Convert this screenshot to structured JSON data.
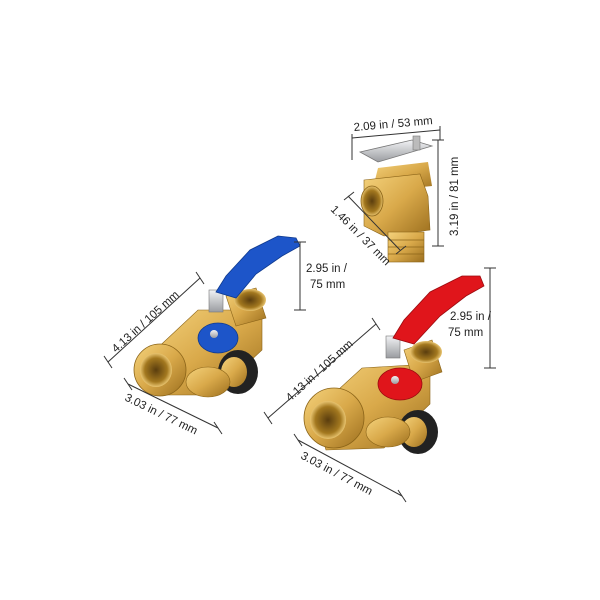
{
  "dimensions": {
    "relief_width": "2.09 in / 53 mm",
    "relief_height": "3.19 in / 81 mm",
    "relief_depth": "1.46 in / 37 mm",
    "blue_handle_height_line1": "2.95 in /",
    "blue_handle_height_line2": "75 mm",
    "blue_length": "4.13 in / 105 mm",
    "blue_width": "3.03 in / 77 mm",
    "red_handle_height_line1": "2.95 in /",
    "red_handle_height_line2": "75 mm",
    "red_length": "4.13 in / 105 mm",
    "red_width": "3.03 in / 77 mm"
  },
  "colors": {
    "brass": "#d9a94a",
    "brass_dark": "#a97a23",
    "blue_handle": "#1d55c9",
    "red_handle": "#e0151b",
    "steel": "#c9cbcf"
  }
}
